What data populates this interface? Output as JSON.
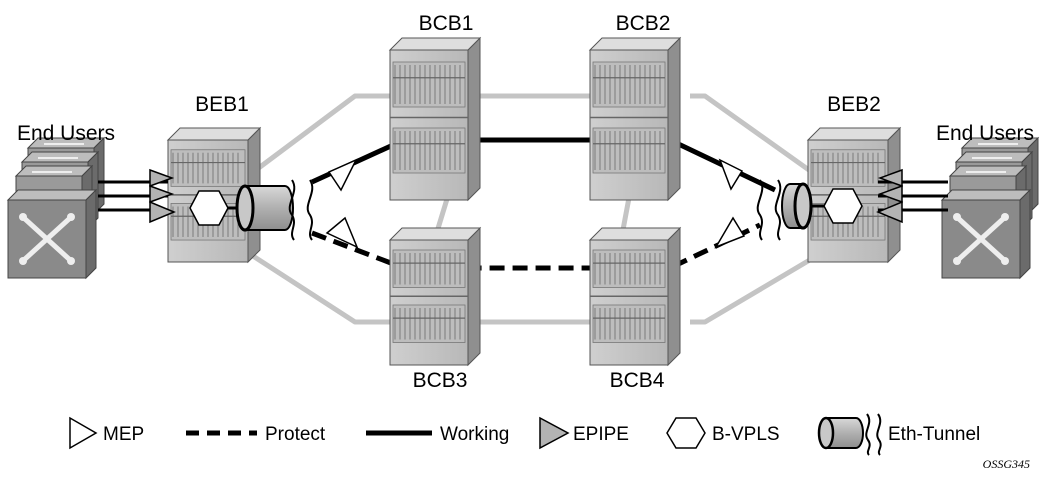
{
  "labels": {
    "end_users_left": "End Users",
    "end_users_right": "End Users",
    "beb1": "BEB1",
    "beb2": "BEB2",
    "bcb1": "BCB1",
    "bcb2": "BCB2",
    "bcb3": "BCB3",
    "bcb4": "BCB4"
  },
  "legend": {
    "mep": "MEP",
    "protect": "Protect",
    "working": "Working",
    "epipe": "EPIPE",
    "bvpls": "B-VPLS",
    "eth_tunnel": "Eth-Tunnel"
  },
  "figure_id": "OSSG345"
}
